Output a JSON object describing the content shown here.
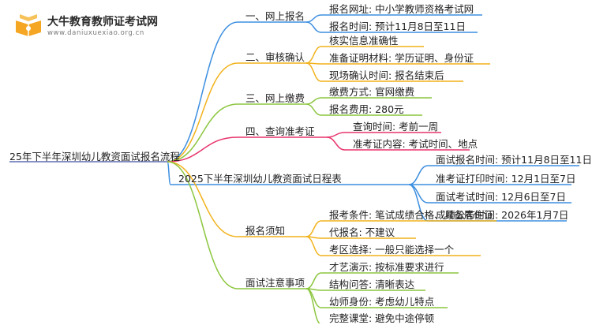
{
  "brand": {
    "name": "大牛教育教师证考试网",
    "url": "www.daniuxuexiao.org.cn"
  },
  "root": "25年下半年深圳幼儿教资面试报名流程",
  "branches": [
    {
      "label": "一、网上报名",
      "color": "#3d8fe0",
      "children": [
        "报名网址: 中小学教师资格考试网",
        "报名时间: 预计11月8日至11日"
      ]
    },
    {
      "label": "二、审核确认",
      "color": "#f2b21c",
      "children": [
        "核实信息准确性",
        "准备证明材料: 学历证明、身份证",
        "现场确认时间: 报名结束后"
      ]
    },
    {
      "label": "三、网上缴费",
      "color": "#8cc63f",
      "children": [
        "缴费方式: 官网缴费",
        "报名费用: 280元"
      ]
    },
    {
      "label": "四、查询准考证",
      "color": "#e8356d",
      "children": [
        "查询时间: 考前一周",
        "准考证内容: 考试时间、地点"
      ]
    },
    {
      "label": "2025下半年深圳幼儿教资面试日程表",
      "color": "#3d8fe0",
      "children": [
        "面试报名时间: 预计11月8日至11日",
        "准考证打印时间: 12月1日至7日",
        "面试考试时间: 12月6日至7日",
        "成绩公布时间: 2026年1月7日"
      ]
    },
    {
      "label": "报名须知",
      "color": "#f2b21c",
      "children": [
        "报考条件: 笔试成绩合格、具备居住证",
        "代报名: 不建议",
        "考区选择: 一般只能选择一个"
      ]
    },
    {
      "label": "面试注意事项",
      "color": "#8cc63f",
      "children": [
        "才艺演示: 按标准要求进行",
        "结构问答: 清晰表达",
        "幼师身份: 考虑幼儿特点",
        "完整课堂: 避免中途停顿"
      ]
    }
  ]
}
